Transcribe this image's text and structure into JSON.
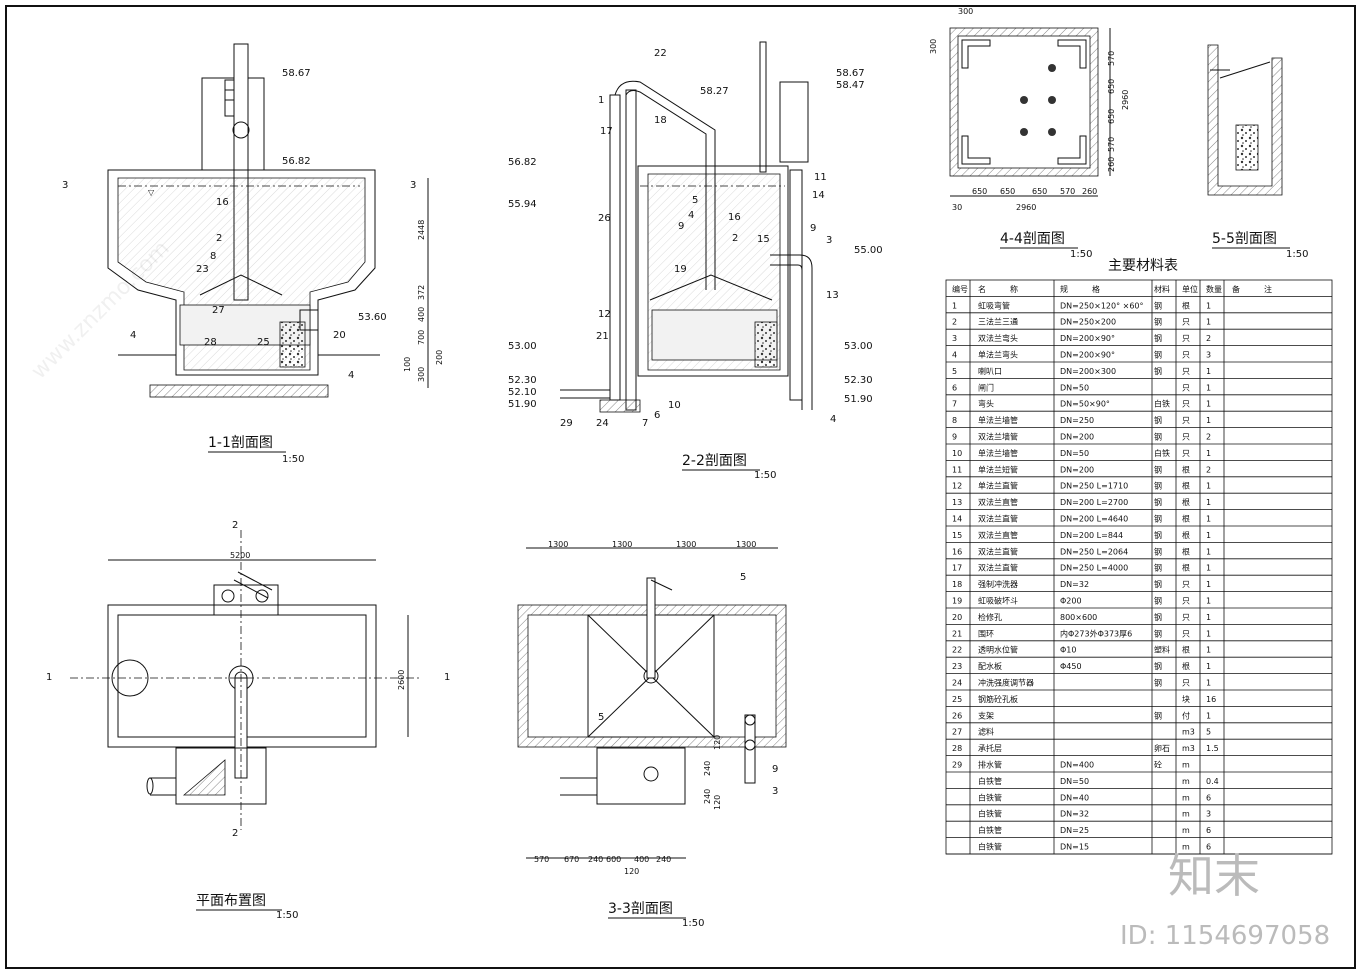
{
  "elevations_1_1": [
    "58.67",
    "56.82",
    "53.60"
  ],
  "elevations_2_2": [
    "22",
    "58.27",
    "58.67",
    "58.47",
    "56.82",
    "55.94",
    "55.00",
    "53.00",
    "53.00",
    "52.30",
    "52.10",
    "51.90",
    "52.30",
    "51.90"
  ],
  "dims_1_1": [
    "2448",
    "372",
    "400",
    "700",
    "300",
    "100",
    "200"
  ],
  "labels_1_1": [
    "16",
    "2",
    "8",
    "23",
    "27",
    "28",
    "25",
    "20"
  ],
  "labels_2_2": [
    "1",
    "17",
    "18",
    "5",
    "4",
    "9",
    "26",
    "19",
    "16",
    "2",
    "15",
    "3",
    "14",
    "11",
    "9",
    "13",
    "12",
    "21",
    "29",
    "24",
    "7",
    "6",
    "10",
    "4"
  ],
  "section_marks": [
    "3",
    "3",
    "4",
    "4",
    "1",
    "1",
    "2",
    "2",
    "5",
    "5"
  ],
  "plan_dims": {
    "width": "5200",
    "height": "2600"
  },
  "dims_3_3_top": [
    "1300",
    "1300",
    "1300",
    "1300"
  ],
  "dims_3_3_bottom": [
    "570",
    "670",
    "240",
    "600",
    "400",
    "240",
    "120"
  ],
  "dims_3_3_side": [
    "120",
    "240",
    "240",
    "120"
  ],
  "labels_3_3": [
    "9",
    "3"
  ],
  "dims_4_4_bottom": [
    "650",
    "650",
    "650",
    "570",
    "260",
    "2960",
    "30"
  ],
  "dims_4_4_side": [
    "570",
    "650",
    "650",
    "570",
    "260",
    "2960"
  ],
  "dims_4_4_top": [
    "300",
    "300"
  ],
  "titles": {
    "s11": "1-1剖面图",
    "s22": "2-2剖面图",
    "plan": "平面布置图",
    "s33": "3-3剖面图",
    "s44": "4-4剖面图",
    "s55": "5-5剖面图",
    "scale": "1:50"
  },
  "table": {
    "title": "主要材料表",
    "headers": [
      "编号",
      "名　　　称",
      "规　　　格",
      "材料",
      "单位",
      "数量",
      "备　　　注"
    ],
    "rows": [
      [
        "1",
        "虹吸弯管",
        "DN=250×120° ×60°",
        "钢",
        "根",
        "1",
        ""
      ],
      [
        "2",
        "三法兰三通",
        "DN=250×200",
        "钢",
        "只",
        "1",
        ""
      ],
      [
        "3",
        "双法兰弯头",
        "DN=200×90°",
        "钢",
        "只",
        "2",
        ""
      ],
      [
        "4",
        "单法兰弯头",
        "DN=200×90°",
        "钢",
        "只",
        "3",
        ""
      ],
      [
        "5",
        "喇叭口",
        "DN=200×300",
        "钢",
        "只",
        "1",
        ""
      ],
      [
        "6",
        "闸门",
        "DN=50",
        "",
        "只",
        "1",
        ""
      ],
      [
        "7",
        "弯头",
        "DN=50×90°",
        "白铁",
        "只",
        "1",
        ""
      ],
      [
        "8",
        "单法兰墙管",
        "DN=250",
        "钢",
        "只",
        "1",
        ""
      ],
      [
        "9",
        "双法兰墙管",
        "DN=200",
        "钢",
        "只",
        "2",
        ""
      ],
      [
        "10",
        "单法兰墙管",
        "DN=50",
        "白铁",
        "只",
        "1",
        ""
      ],
      [
        "11",
        "单法兰短管",
        "DN=200",
        "钢",
        "根",
        "2",
        ""
      ],
      [
        "12",
        "单法兰直管",
        "DN=250 L=1710",
        "钢",
        "根",
        "1",
        ""
      ],
      [
        "13",
        "双法兰直管",
        "DN=200 L=2700",
        "钢",
        "根",
        "1",
        ""
      ],
      [
        "14",
        "双法兰直管",
        "DN=200 L=4640",
        "钢",
        "根",
        "1",
        ""
      ],
      [
        "15",
        "双法兰直管",
        "DN=200 L=844",
        "钢",
        "根",
        "1",
        ""
      ],
      [
        "16",
        "双法兰直管",
        "DN=250 L=2064",
        "钢",
        "根",
        "1",
        ""
      ],
      [
        "17",
        "双法兰直管",
        "DN=250 L=4000",
        "钢",
        "根",
        "1",
        ""
      ],
      [
        "18",
        "强制冲洗器",
        "DN=32",
        "钢",
        "只",
        "1",
        ""
      ],
      [
        "19",
        "虹吸破坏斗",
        "Φ200",
        "钢",
        "只",
        "1",
        ""
      ],
      [
        "20",
        "检修孔",
        "800×600",
        "钢",
        "只",
        "1",
        ""
      ],
      [
        "21",
        "围环",
        "内Φ273外Φ373厚6",
        "钢",
        "只",
        "1",
        ""
      ],
      [
        "22",
        "透明水位管",
        "Φ10",
        "塑料",
        "根",
        "1",
        ""
      ],
      [
        "23",
        "配水板",
        "Φ450",
        "钢",
        "根",
        "1",
        ""
      ],
      [
        "24",
        "冲洗强度调节器",
        "",
        "钢",
        "只",
        "1",
        ""
      ],
      [
        "25",
        "钢筋砼孔板",
        "",
        "",
        "块",
        "16",
        ""
      ],
      [
        "26",
        "支架",
        "",
        "钢",
        "付",
        "1",
        ""
      ],
      [
        "27",
        "滤料",
        "",
        "",
        "m3",
        "5",
        ""
      ],
      [
        "28",
        "承托层",
        "",
        "卵石",
        "m3",
        "1.5",
        ""
      ],
      [
        "29",
        "排水管",
        "DN=400",
        "砼",
        "m",
        "",
        ""
      ],
      [
        "",
        "白铁管",
        "DN=50",
        "",
        "m",
        "0.4",
        ""
      ],
      [
        "",
        "白铁管",
        "DN=40",
        "",
        "m",
        "6",
        ""
      ],
      [
        "",
        "白铁管",
        "DN=32",
        "",
        "m",
        "3",
        ""
      ],
      [
        "",
        "白铁管",
        "DN=25",
        "",
        "m",
        "6",
        ""
      ],
      [
        "",
        "白铁管",
        "DN=15",
        "",
        "m",
        "6",
        ""
      ]
    ]
  },
  "watermark": {
    "logo": "知末",
    "id": "ID: 1154697058",
    "site": "www.znzmo.com"
  }
}
